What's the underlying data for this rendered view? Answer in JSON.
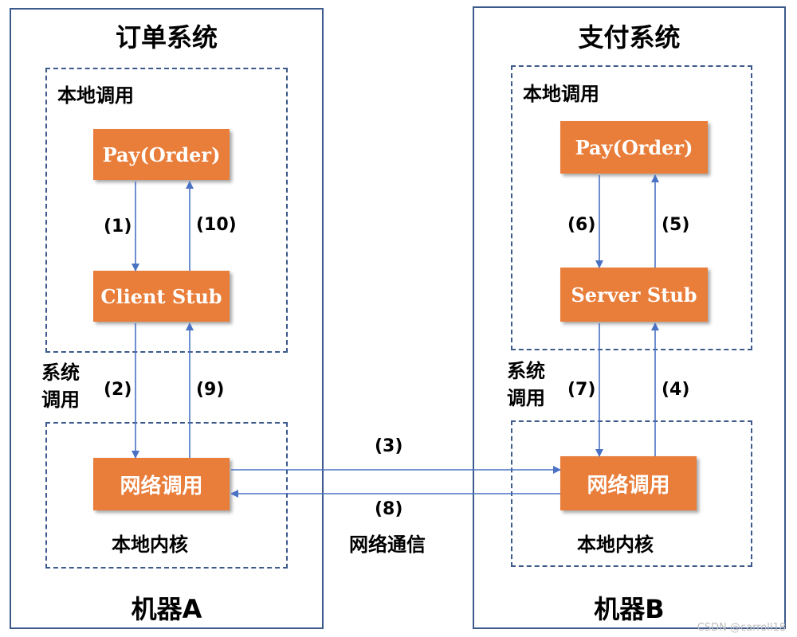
{
  "left": {
    "system_title": "订单系统",
    "local_call_label": "本地调用",
    "pay_box": "Pay(Order)",
    "stub_box": "Client Stub",
    "network_box": "网络调用",
    "kernel_label": "本地内核",
    "machine_label": "机器A",
    "syscall_label_line1": "系统",
    "syscall_label_line2": "调用",
    "steps": {
      "s1": "(1)",
      "s10": "(10)",
      "s2": "(2)",
      "s9": "(9)"
    }
  },
  "right": {
    "system_title": "支付系统",
    "local_call_label": "本地调用",
    "pay_box": "Pay(Order)",
    "stub_box": "Server Stub",
    "network_box": "网络调用",
    "kernel_label": "本地内核",
    "machine_label": "机器B",
    "syscall_label_line1": "系统",
    "syscall_label_line2": "调用",
    "steps": {
      "s6": "(6)",
      "s5": "(5)",
      "s7": "(7)",
      "s4": "(4)"
    }
  },
  "network": {
    "step_request": "(3)",
    "step_response": "(8)",
    "label": "网络通信"
  },
  "watermark": "CSDN @carroll18",
  "colors": {
    "box": "#e97d3a",
    "border": "#3d5a8c",
    "arrow": "#4a72c4"
  }
}
